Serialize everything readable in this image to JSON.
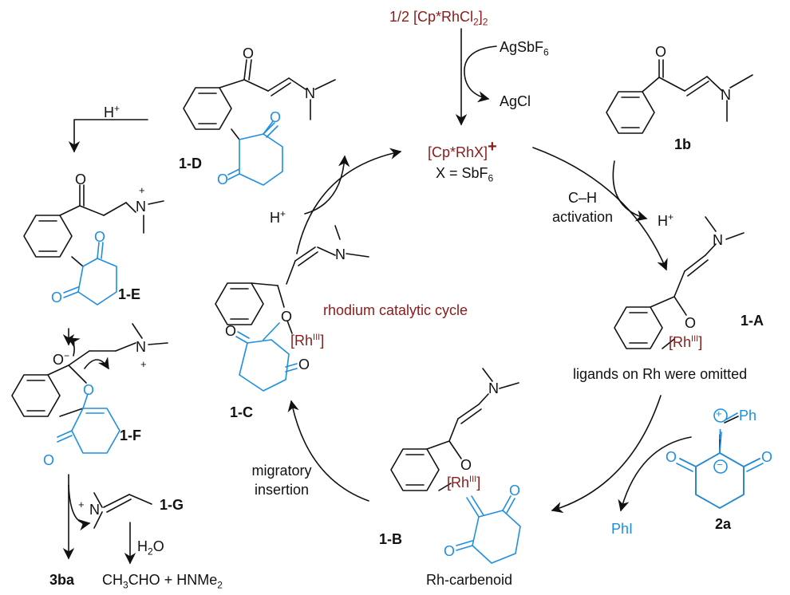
{
  "colors": {
    "black": "#111111",
    "rhodium": "#8b1a1a",
    "diketone": "#1e8fe0"
  },
  "cycle_title": "rhodium catalytic cycle",
  "catalyst": {
    "precursor_a": "1/2 [Cp*RhCl",
    "precursor_sub": "2",
    "precursor_b": "]",
    "precursor_sub2": "2",
    "additive": "AgSbF",
    "additive_sub": "6",
    "byproduct": "AgCl",
    "active": "[Cp*RhX]",
    "active_charge": "+",
    "counterion": "X = SbF",
    "counterion_sub": "6"
  },
  "steps": {
    "ch_activation_1": "C–H",
    "ch_activation_2": "activation",
    "migratory_1": "migratory",
    "migratory_2": "insertion",
    "proton_release": "H",
    "proton_release_sup": "+",
    "proton_uptake": "H",
    "proton_uptake_sup": "+",
    "proton_left": "H",
    "proton_left_sup": "+",
    "hydrolysis": "H",
    "hydrolysis_sub": "2",
    "hydrolysis_b": "O"
  },
  "compounds": {
    "c1b": "1b",
    "c2a": "2a",
    "c1A": "1-A",
    "c1B": "1-B",
    "c1C": "1-C",
    "c1D": "1-D",
    "c1E": "1-E",
    "c1F": "1-F",
    "c1G": "1-G",
    "c3ba": "3ba"
  },
  "notes": {
    "ligands": "ligands on Rh were omitted",
    "carbenoid": "Rh-carbenoid",
    "phi": "PhI",
    "products_a": "CH",
    "products_sub1": "3",
    "products_b": "CHO + HNMe",
    "products_sub2": "2"
  },
  "atoms": {
    "O": "O",
    "N": "N",
    "I": "I",
    "Ph": "Ph",
    "Rh": "[Rh",
    "Rh_ox": "III",
    "Rh_close": "]",
    "plus": "+",
    "minus": "−",
    "O_minus": "O",
    "O_minus_sup": "−"
  }
}
